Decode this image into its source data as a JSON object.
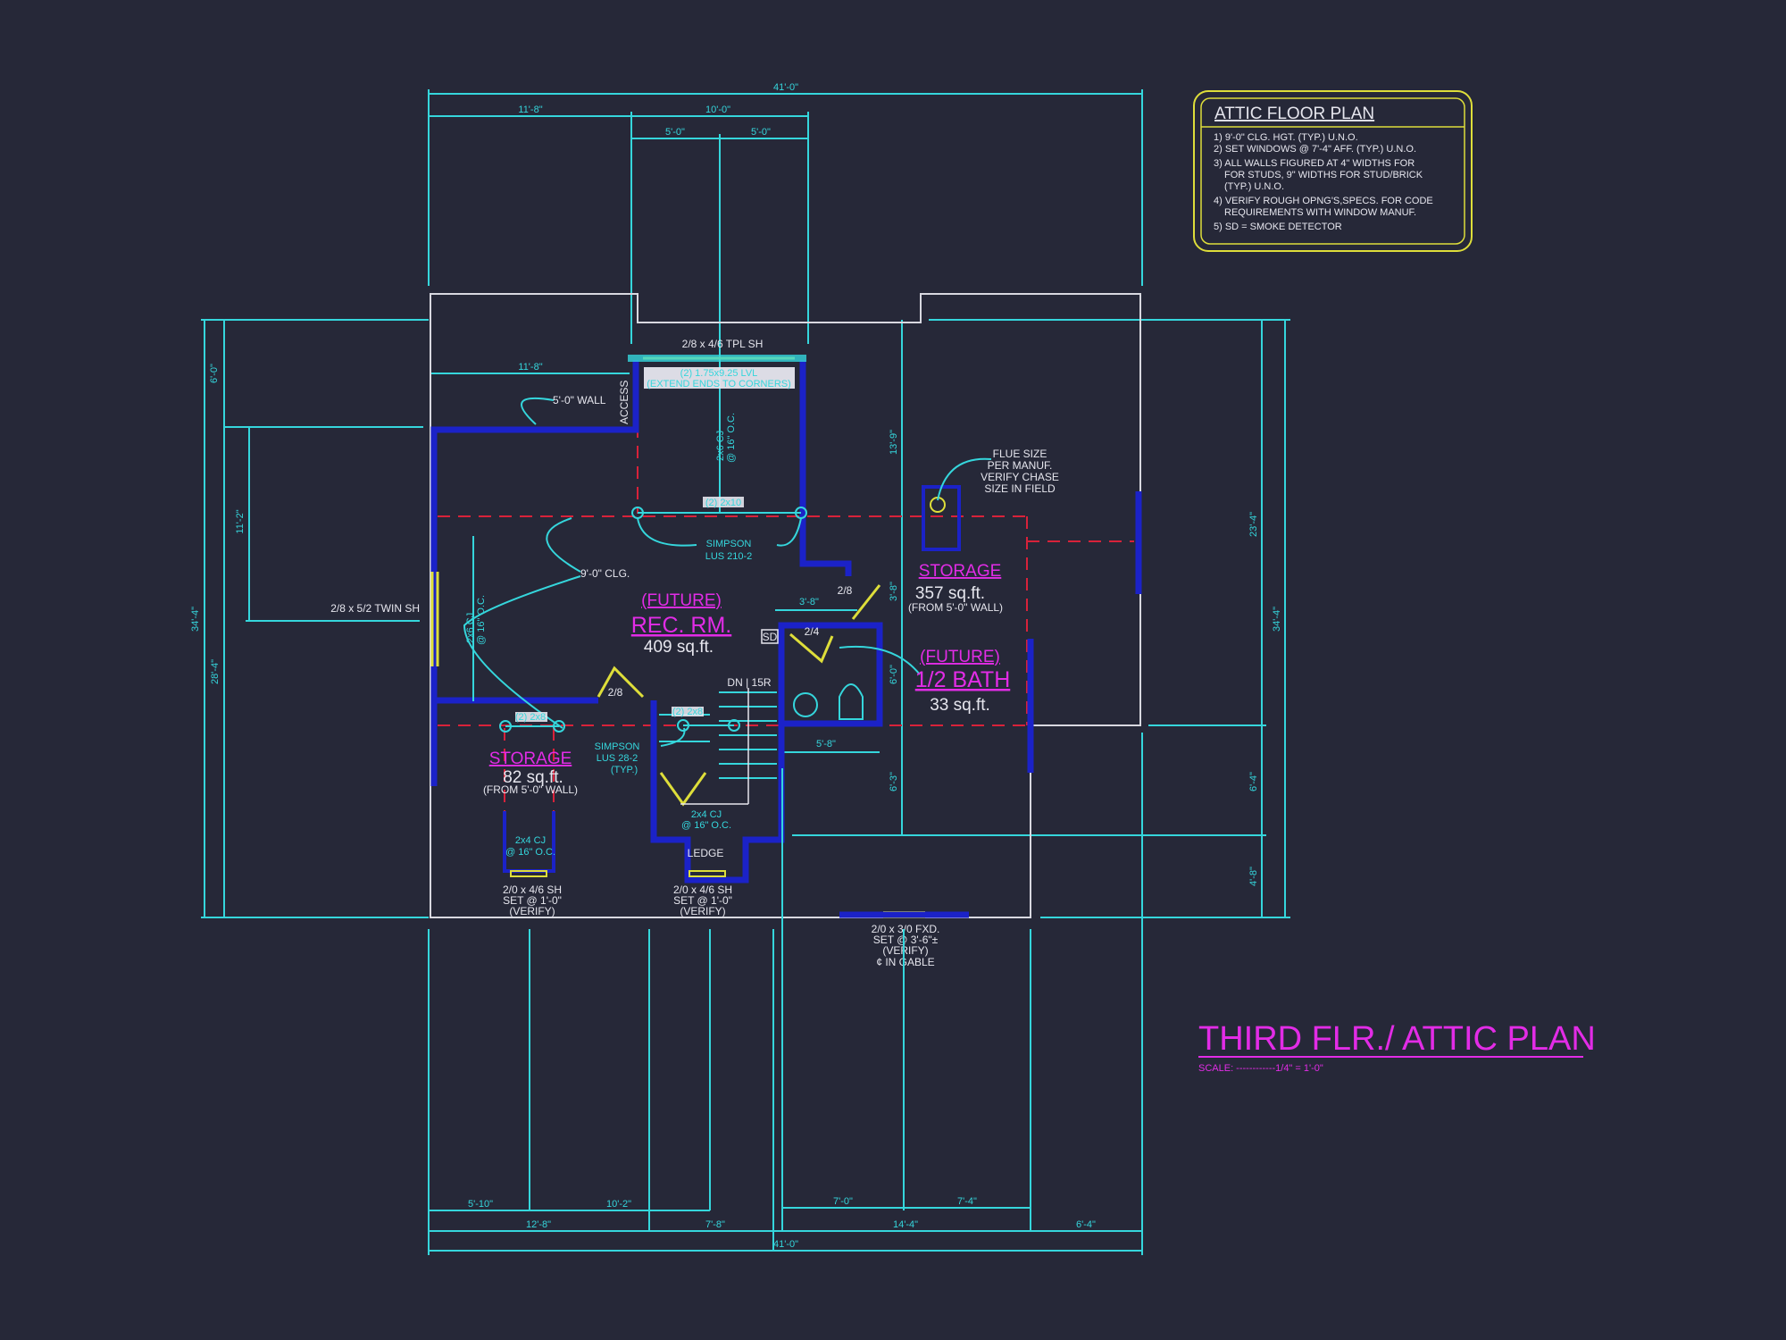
{
  "legend": {
    "title": "ATTIC FLOOR PLAN",
    "notes": [
      "1) 9'-0\"  CLG. HGT. (TYP.) U.N.O.",
      "2) SET WINDOWS @ 7'-4\" AFF. (TYP.) U.N.O.",
      "3) ALL WALLS FIGURED AT 4\" WIDTHS FOR",
      "FOR STUDS, 9\" WIDTHS FOR STUD/BRICK",
      "(TYP.) U.N.O.",
      "4) VERIFY ROUGH OPNG'S,SPECS. FOR CODE",
      "REQUIREMENTS WITH WINDOW MANUF.",
      "5) SD = SMOKE DETECTOR"
    ]
  },
  "title_block": {
    "title": "THIRD FLR./ ATTIC PLAN",
    "scale": "SCALE: ------------1/4\" = 1'-0\""
  },
  "dimensions": {
    "top": [
      "41'-0\"",
      "11'-8\"",
      "10'-0\"",
      "5'-0\"",
      "5'-0\""
    ],
    "left": [
      "6'-0\"",
      "11'-2\"",
      "34'-4\"",
      "28'-4\""
    ],
    "right": [
      "23'-4\"",
      "34'-4\"",
      "6'-4\"",
      "4'-8\""
    ],
    "interior": [
      "11'-8\"",
      "13'-9\"",
      "3'-8\"",
      "3'-8\"",
      "6'-0\"",
      "6'-3\"",
      "5'-8\""
    ],
    "bottom_row1": [
      "5'-10\"",
      "10'-2\"",
      "7'-0\"",
      "7'-4\""
    ],
    "bottom_row2": [
      "12'-8\"",
      "7'-8\"",
      "14'-4\"",
      "6'-4\""
    ],
    "bottom_total": "41'-0\""
  },
  "rooms": {
    "rec": {
      "future": "(FUTURE)",
      "name": "REC. RM.",
      "area": "409 sq.ft."
    },
    "storage_right": {
      "name": "STORAGE",
      "area": "357 sq.ft.",
      "note": "(FROM 5'-0\" WALL)"
    },
    "bath": {
      "future": "(FUTURE)",
      "name": "1/2 BATH",
      "area": "33 sq.ft."
    },
    "storage_left": {
      "name": "STORAGE",
      "area": "82 sq.ft.",
      "note": "(FROM 5'-0\" WALL)"
    }
  },
  "labels": {
    "tpl_window": "2/8 x 4/6 TPL SH",
    "lvl1": "(2) 1.75x9.25 LVL",
    "lvl2": "(EXTEND ENDS TO CORNERS)",
    "wall5": "5'-0\" WALL",
    "access": "ACCESS",
    "cj_top1": "2x6 CJ",
    "cj_top2": "@ 16\" O.C.",
    "flue": [
      "FLUE SIZE",
      "PER MANUF.",
      "VERIFY CHASE",
      "SIZE IN FIELD"
    ],
    "beam_2x10": "(2) 2x10",
    "simpson210": [
      "SIMPSON",
      "LUS 210-2"
    ],
    "clg": "9'-0\" CLG.",
    "door_28a": "2/8",
    "door_24": "2/4",
    "sd": "SD",
    "cj_left1": "2x6 CJ",
    "cj_left2": "@ 16\" O.C.",
    "twin_window": "2/8 x 5/2 TWIN SH",
    "door_28b": "2/8",
    "stair": "DN | 15R",
    "beam_2x8a": "(2) 2x8",
    "beam_2x8b": "(2) 2x8",
    "simpson28": [
      "SIMPSON",
      "LUS 28-2",
      "(TYP.)"
    ],
    "cj_a": [
      "2x4 CJ",
      "@ 16\" O.C."
    ],
    "cj_b": [
      "2x4 CJ",
      "@ 16\" O.C."
    ],
    "ledge": "LEDGE",
    "win_left": [
      "2/0 x 4/6 SH",
      "SET @ 1'-0\"",
      "(VERIFY)"
    ],
    "win_mid": [
      "2/0 x 4/6 SH",
      "SET @ 1'-0\"",
      "(VERIFY)"
    ],
    "win_fxd": [
      "2/0 x 3/0 FXD.",
      "SET @ 3'-6\"±",
      "(VERIFY)",
      "¢ IN GABLE"
    ]
  },
  "colors": {
    "background": "#262838",
    "dimension": "#35d6dc",
    "wall": "#1b22c8",
    "room_label": "#e22ce6",
    "window_door": "#dede3a",
    "ceiling_line": "#d8223a",
    "legend_border": "#dede3a"
  }
}
